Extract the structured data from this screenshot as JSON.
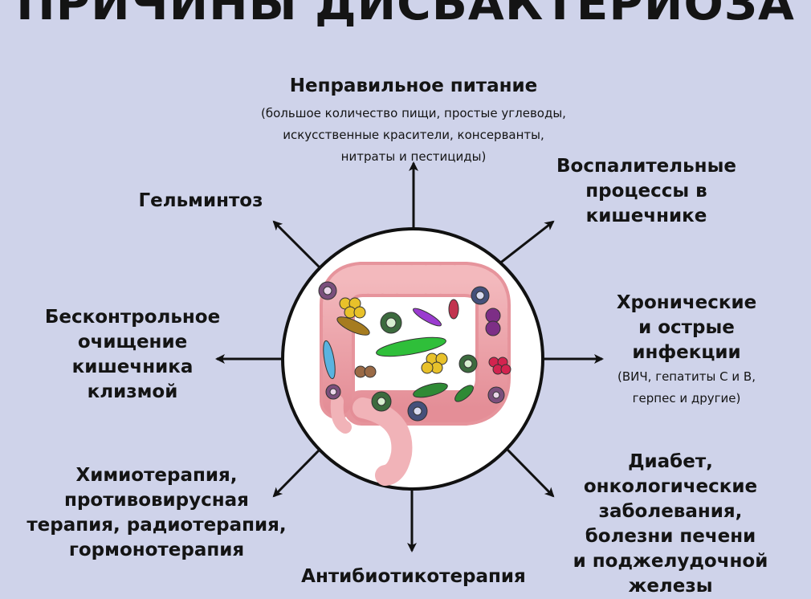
{
  "title": "ПРИЧИНЫ ДИСБАКТЕРИОЗА",
  "causes": {
    "nutrition": {
      "title": "Неправильное питание",
      "sub": [
        "(большое количество пищи, простые углеводы,",
        "искусственные красители, консерванты,",
        "нитраты и пестициды)"
      ]
    },
    "inflammation": {
      "lines": [
        "Воспалительные",
        "процессы в",
        "кишечнике"
      ]
    },
    "infections": {
      "lines": [
        "Хронические",
        "и острые",
        "инфекции"
      ],
      "sub": [
        "(ВИЧ, гепатиты С и В,",
        "герпес и другие)"
      ]
    },
    "diabetes": {
      "lines": [
        "Диабет,",
        "онкологические",
        "заболевания,",
        "болезни печени",
        "и поджелудочной",
        "железы"
      ]
    },
    "antibiotics": {
      "lines": [
        "Антибиотикотерапия"
      ]
    },
    "chemo": {
      "lines": [
        "Химиотерапия,",
        "противовирусная",
        "терапия, радиотерапия,",
        "гормонотерапия"
      ]
    },
    "cleansing": {
      "lines": [
        "Бесконтрольное",
        "очищение",
        "кишечника",
        "клизмой"
      ]
    },
    "helminth": {
      "lines": [
        "Гельминтоз"
      ]
    }
  }
}
